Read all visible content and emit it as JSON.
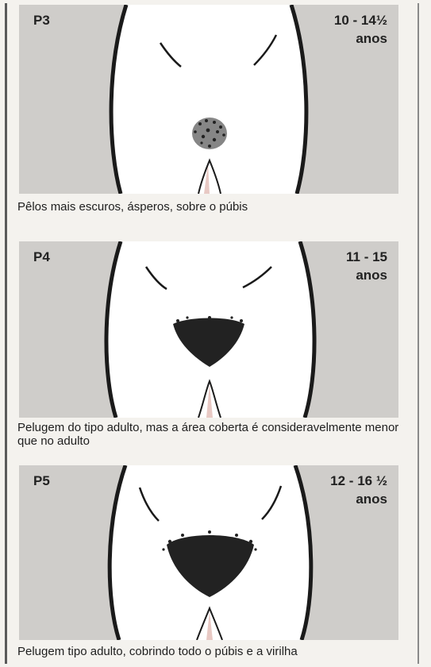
{
  "stages": [
    {
      "label": "P3",
      "age_range": "10 - 14½",
      "age_unit": "anos",
      "caption": "Pêlos mais escuros, ásperos, sobre o púbis"
    },
    {
      "label": "P4",
      "age_range": "11 - 15",
      "age_unit": "anos",
      "caption": "Pelugem do tipo adulto, mas a área coberta é considera­velmente menor que no adulto"
    },
    {
      "label": "P5",
      "age_range": "12 - 16 ½",
      "age_unit": "anos",
      "caption": "Pelugem tipo adulto, cobrindo todo o púbis e a virilha"
    }
  ],
  "colors": {
    "panel_background": "#cfcdca",
    "figure_fill": "#ffffff",
    "outline": "#1a1a1a",
    "hair": "#222222"
  }
}
